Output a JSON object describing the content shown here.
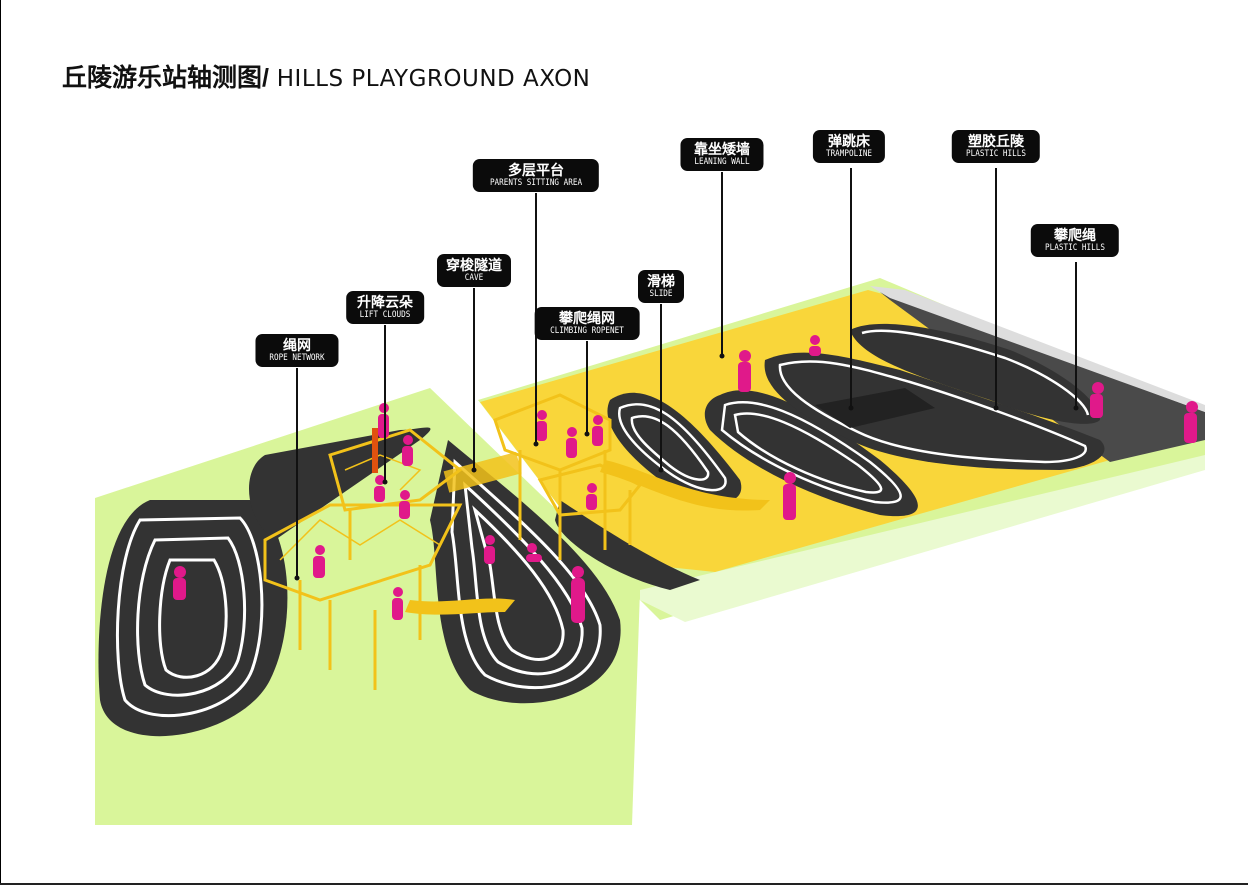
{
  "title": {
    "cn": "丘陵游乐站轴测图/",
    "en": " HILLS PLAYGROUND AXON"
  },
  "labels": [
    {
      "id": "rope-network",
      "cn": "绳网",
      "en": "ROPE NETWORK"
    },
    {
      "id": "lift-clouds",
      "cn": "升降云朵",
      "en": "LIFT CLOUDS"
    },
    {
      "id": "cave",
      "cn": "穿梭隧道",
      "en": "CAVE"
    },
    {
      "id": "parents-sitting-area",
      "cn": "多层平台",
      "en": "PARENTS SITTING AREA"
    },
    {
      "id": "climbing-ropenet",
      "cn": "攀爬绳网",
      "en": "CLIMBING ROPENET"
    },
    {
      "id": "slide",
      "cn": "滑梯",
      "en": "SLIDE"
    },
    {
      "id": "leaning-wall",
      "cn": "靠坐矮墙",
      "en": "LEANING WALL"
    },
    {
      "id": "trampoline",
      "cn": "弹跳床",
      "en": "TRAMPOLINE"
    },
    {
      "id": "plastic-hills-1",
      "cn": "塑胶丘陵",
      "en": "PLASTIC HILLS"
    },
    {
      "id": "plastic-hills-2",
      "cn": "攀爬绳",
      "en": "PLASTIC HILLS"
    }
  ],
  "colors": {
    "grass": "#d9f59a",
    "track": "#3b3b3b",
    "track_line": "#ffffff",
    "platform": "#f9d63a",
    "structure": "#f2c21a",
    "people": "#e0198a",
    "leader": "#111111"
  }
}
